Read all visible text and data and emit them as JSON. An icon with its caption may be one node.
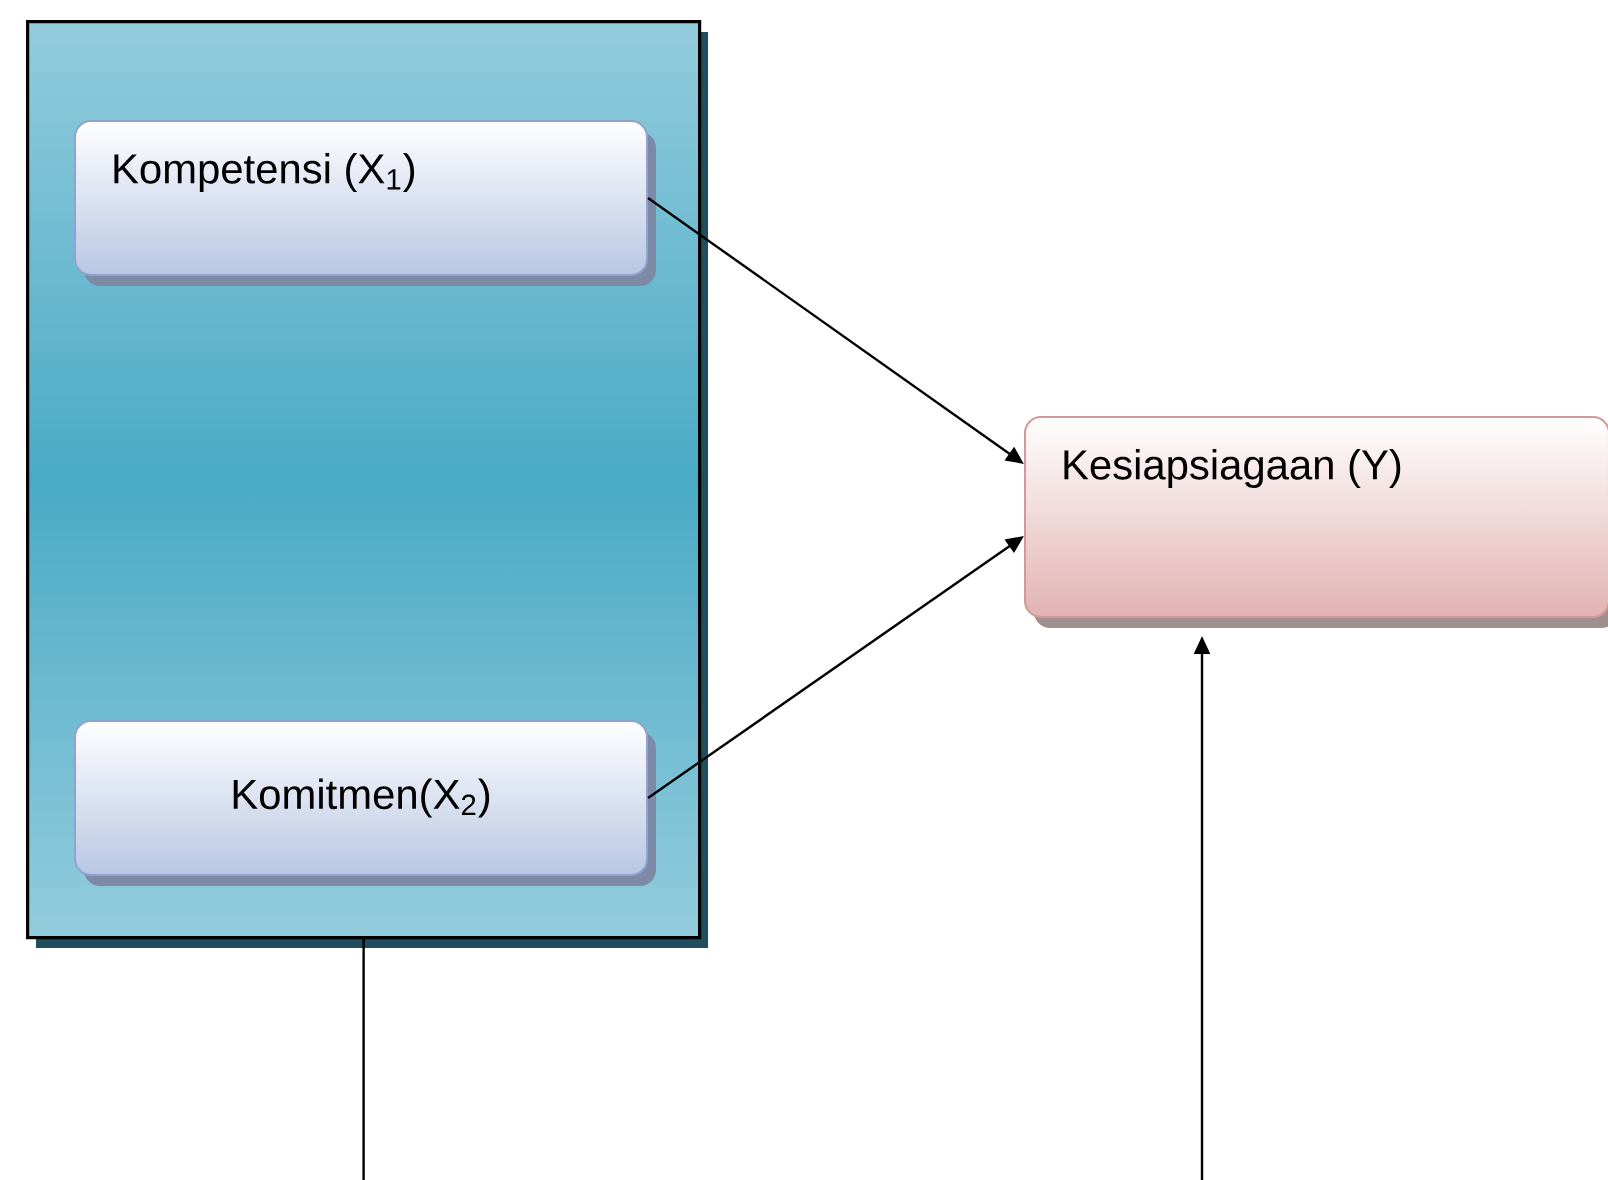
{
  "diagram": {
    "nodes": [
      {
        "text": [],
        "shape": "box"
      },
      {
        "text": [
          "Kompetensi (X$_{1}$)"
        ],
        "in": 0
      },
      {
        "text": [
          "Komitmen(X$_{2}$)"
        ],
        "in": 0
      },
      {
        "text": [
          "Kesiapsiagaan (Y)"
        ]
      }
    ],
    "edges": [
      {
        "from": 1,
        "to": 3,
        "arrow": "to"
      },
      {
        "from": 2,
        "to": 3,
        "arrow": "to"
      },
      {
        "from": 0,
        "to": null,
        "arrow": "none"
      },
      {
        "from": null,
        "to": 3,
        "arrow": "to"
      }
    ]
  }
}
